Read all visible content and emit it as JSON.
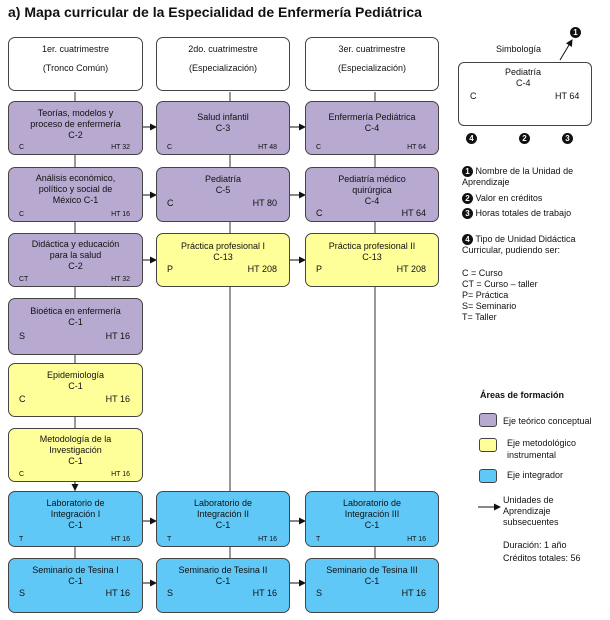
{
  "title": "a) Mapa curricular de la Especialidad de Enfermería Pediátrica",
  "columns": [
    {
      "line1": "1er. cuatrimestre",
      "line2": "(Tronco Común)"
    },
    {
      "line1": "2do. cuatrimestre",
      "line2": "(Especialización)"
    },
    {
      "line1": "3er. cuatrimestre",
      "line2": "(Especialización)"
    }
  ],
  "courses": {
    "c1r1": {
      "name": "Teorías, modelos y\nproceso de enfermería",
      "credit": "C-2",
      "type": "C",
      "hours": "HT 32"
    },
    "c1r2": {
      "name": "Análisis económico,\npolítico y social de\nMéxico C-1",
      "credit": "",
      "type": "C",
      "hours": "HT 16"
    },
    "c1r3": {
      "name": "Didáctica y educación\npara la salud",
      "credit": "C-2",
      "type": "CT",
      "hours": "HT 32"
    },
    "c1r4": {
      "name": "Bioética en enfermería",
      "credit": "C-1",
      "type": "S",
      "hours": "HT 16"
    },
    "c1r5": {
      "name": "Epidemiología",
      "credit": "C-1",
      "type": "C",
      "hours": "HT 16"
    },
    "c1r6": {
      "name": "Metodología de la\nInvestigación",
      "credit": "C-1",
      "type": "C",
      "hours": "HT 16"
    },
    "c1r7": {
      "name": "Laboratorio de\nIntegración I",
      "credit": "C-1",
      "type": "T",
      "hours": "HT 16"
    },
    "c1r8": {
      "name": "Seminario de Tesina I",
      "credit": "C-1",
      "type": "S",
      "hours": "HT 16"
    },
    "c2r1": {
      "name": "Salud infantil",
      "credit": "C-3",
      "type": "C",
      "hours": "HT 48"
    },
    "c2r2": {
      "name": "Pediatría",
      "credit": "C-5",
      "type": "C",
      "hours": "HT 80"
    },
    "c2r3": {
      "name": "Práctica profesional I",
      "credit": "C-13",
      "type": "P",
      "hours": "HT 208"
    },
    "c2r7": {
      "name": "Laboratorio de\nIntegración II",
      "credit": "C-1",
      "type": "T",
      "hours": "HT 16"
    },
    "c2r8": {
      "name": "Seminario de Tesina II",
      "credit": "C-1",
      "type": "S",
      "hours": "HT 16"
    },
    "c3r1": {
      "name": "Enfermería Pediátrica",
      "credit": "C-4",
      "type": "C",
      "hours": "HT 64"
    },
    "c3r2": {
      "name": "Pediatría médico\nquirúrgica",
      "credit": "C-4",
      "type": "C",
      "hours": "HT 64"
    },
    "c3r3": {
      "name": "Práctica profesional II",
      "credit": "C-13",
      "type": "P",
      "hours": "HT 208"
    },
    "c3r7": {
      "name": "Laboratorio de\nIntegración III",
      "credit": "C-1",
      "type": "T",
      "hours": "HT 16"
    },
    "c3r8": {
      "name": "Seminario de Tesina III",
      "credit": "C-1",
      "type": "S",
      "hours": "HT 16"
    }
  },
  "legend": {
    "simbologia_title": "Simbología",
    "example_name": "Pediatría",
    "example_credit": "C-4",
    "example_type": "C",
    "example_hours": "HT 64",
    "markers": [
      "1",
      "2",
      "3",
      "4"
    ],
    "items": [
      "Nombre de la Unidad de Aprendizaje",
      "Valor en créditos",
      "Horas totales de trabajo",
      "Tipo de Unidad Didáctica Curricular, pudiendo ser:"
    ],
    "types": [
      "C = Curso",
      "CT = Curso – taller",
      "P= Práctica",
      "S= Seminario",
      "T= Taller"
    ],
    "areas_title": "Áreas de formación",
    "areas": [
      {
        "label": "Eje teórico conceptual",
        "color": "#b7a9cf"
      },
      {
        "label": "Eje metodológico\ninstrumental",
        "color": "#ffff99"
      },
      {
        "label": "Eje integrador",
        "color": "#5fc8f6"
      }
    ],
    "arrow_label": "Unidades de\nAprendizaje\nsubsecuentes",
    "duration": "Duración: 1 año",
    "credits_total": "Créditos totales: 56"
  }
}
